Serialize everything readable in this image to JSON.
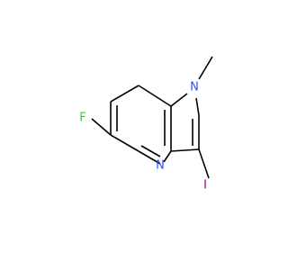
{
  "molecule": {
    "atoms": {
      "fluorine": {
        "label": "F",
        "color": "#33cc33"
      },
      "nitrogen_pyrrole": {
        "label": "N",
        "color": "#3050f8"
      },
      "nitrogen_pyridine": {
        "label": "N",
        "color": "#3050f8"
      },
      "iodine": {
        "label": "I",
        "color": "#940094"
      }
    },
    "bond_color": "#000000"
  }
}
